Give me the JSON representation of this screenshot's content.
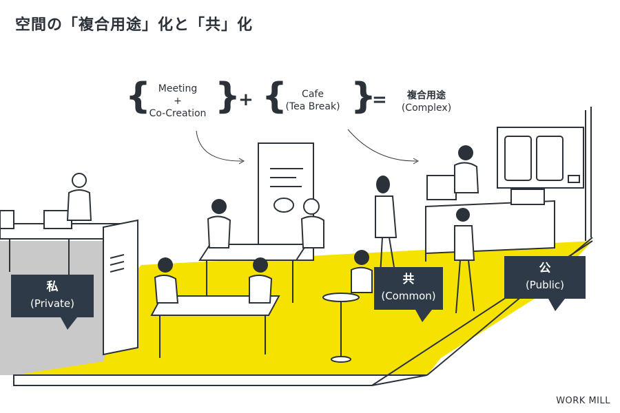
{
  "title": "空間の「複合用途」化と「共」化",
  "formula": {
    "term1": [
      "Meeting",
      "+",
      "Co-Creation"
    ],
    "op1": "+",
    "term2": [
      "Cafe",
      "(Tea Break)"
    ],
    "op2": "=",
    "result": [
      "複合用途",
      "(Complex)"
    ]
  },
  "zones": {
    "private": {
      "label_ja": "私",
      "label_en": "(Private)"
    },
    "common": {
      "label_ja": "共",
      "label_en": "(Common)"
    },
    "public": {
      "label_ja": "公",
      "label_en": "(Public)"
    }
  },
  "colors": {
    "accent_yellow": "#f5e200",
    "dark_navy": "#2e3a47",
    "private_gray": "#c9c9c9",
    "line": "#2b3138"
  },
  "credit": "WORK MILL"
}
